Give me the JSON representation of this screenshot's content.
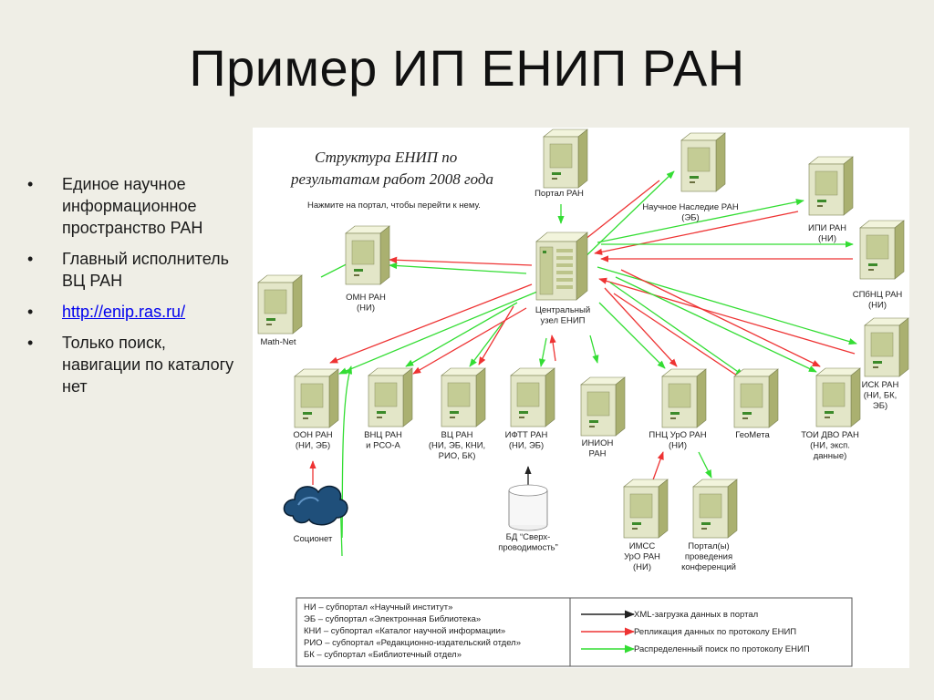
{
  "slide": {
    "title": "Пример ИП ЕНИП РАН",
    "bullets": [
      {
        "text": "Единое научное информационное пространство РАН"
      },
      {
        "text": "Главный исполнитель ВЦ РАН"
      },
      {
        "text": "http://enip.ras.ru/",
        "link": true
      },
      {
        "text": "Только поиск, навигации по каталогу нет"
      }
    ]
  },
  "diagram": {
    "title_line1": "Структура ЕНИП по",
    "title_line2": "результатам работ 2008 года",
    "subtitle": "Нажмите на портал, чтобы перейти к нему.",
    "colors": {
      "server_body": "#e3e6c8",
      "server_front": "#c4cc95",
      "server_led": "#3c8a2a",
      "red_arrow": "#ee3333",
      "green_arrow": "#33dd33",
      "black_arrow": "#222222"
    },
    "nodes": {
      "portal": [
        "Портал РАН"
      ],
      "heritage": [
        "Научное Наследие РАН",
        "(ЭБ)"
      ],
      "ipi": [
        "ИПИ РАН",
        "(НИ)"
      ],
      "spb": [
        "СПбНЦ РАН",
        "(НИ)"
      ],
      "isk": [
        "ИСК РАН",
        "(НИ, БК,",
        "ЭБ)"
      ],
      "omn": [
        "ОМН РАН",
        "(НИ)"
      ],
      "mathnet": [
        "Math-Net"
      ],
      "central": [
        "Центральный",
        "узел ЕНИП"
      ],
      "oon": [
        "ООН РАН",
        "(НИ, ЭБ)"
      ],
      "vnc": [
        "ВНЦ РАН",
        "и РСО-А"
      ],
      "vc": [
        "ВЦ РАН",
        "(НИ, ЭБ, КНИ,",
        "РИО, БК)"
      ],
      "ioft": [
        "ИФТТ РАН",
        "(НИ, ЭБ)"
      ],
      "inion": [
        "ИНИОН",
        "РАН"
      ],
      "pnc": [
        "ПНЦ УрО РАН",
        "(НИ)"
      ],
      "geometa": [
        "ГеоМета"
      ],
      "toi": [
        "ТОИ ДВО РАН",
        "(НИ, эксп.",
        "данные)"
      ],
      "socionet": [
        "Соционет"
      ],
      "db": [
        "БД “Сверх-",
        "проводимость”"
      ],
      "imss": [
        "ИМСС",
        "УрО РАН",
        "(НИ)"
      ],
      "conf": [
        "Портал(ы)",
        "проведения",
        "конференций"
      ]
    },
    "legend": {
      "abbrev": [
        "НИ – субпортал «Научный институт»",
        "ЭБ – субпортал «Электронная Библиотека»",
        "КНИ – субпортал «Каталог научной информации»",
        "РИО – субпортал «Редакционно-издательский отдел»",
        "БК – субпортал «Библиотечный отдел»"
      ],
      "arrows": [
        {
          "label": "XML-загрузка данных в портал",
          "color": "#222222"
        },
        {
          "label": "Репликация данных по протоколу ЕНИП",
          "color": "#ee3333"
        },
        {
          "label": "Распределенный поиск по протоколу ЕНИП",
          "color": "#33dd33"
        }
      ]
    }
  }
}
